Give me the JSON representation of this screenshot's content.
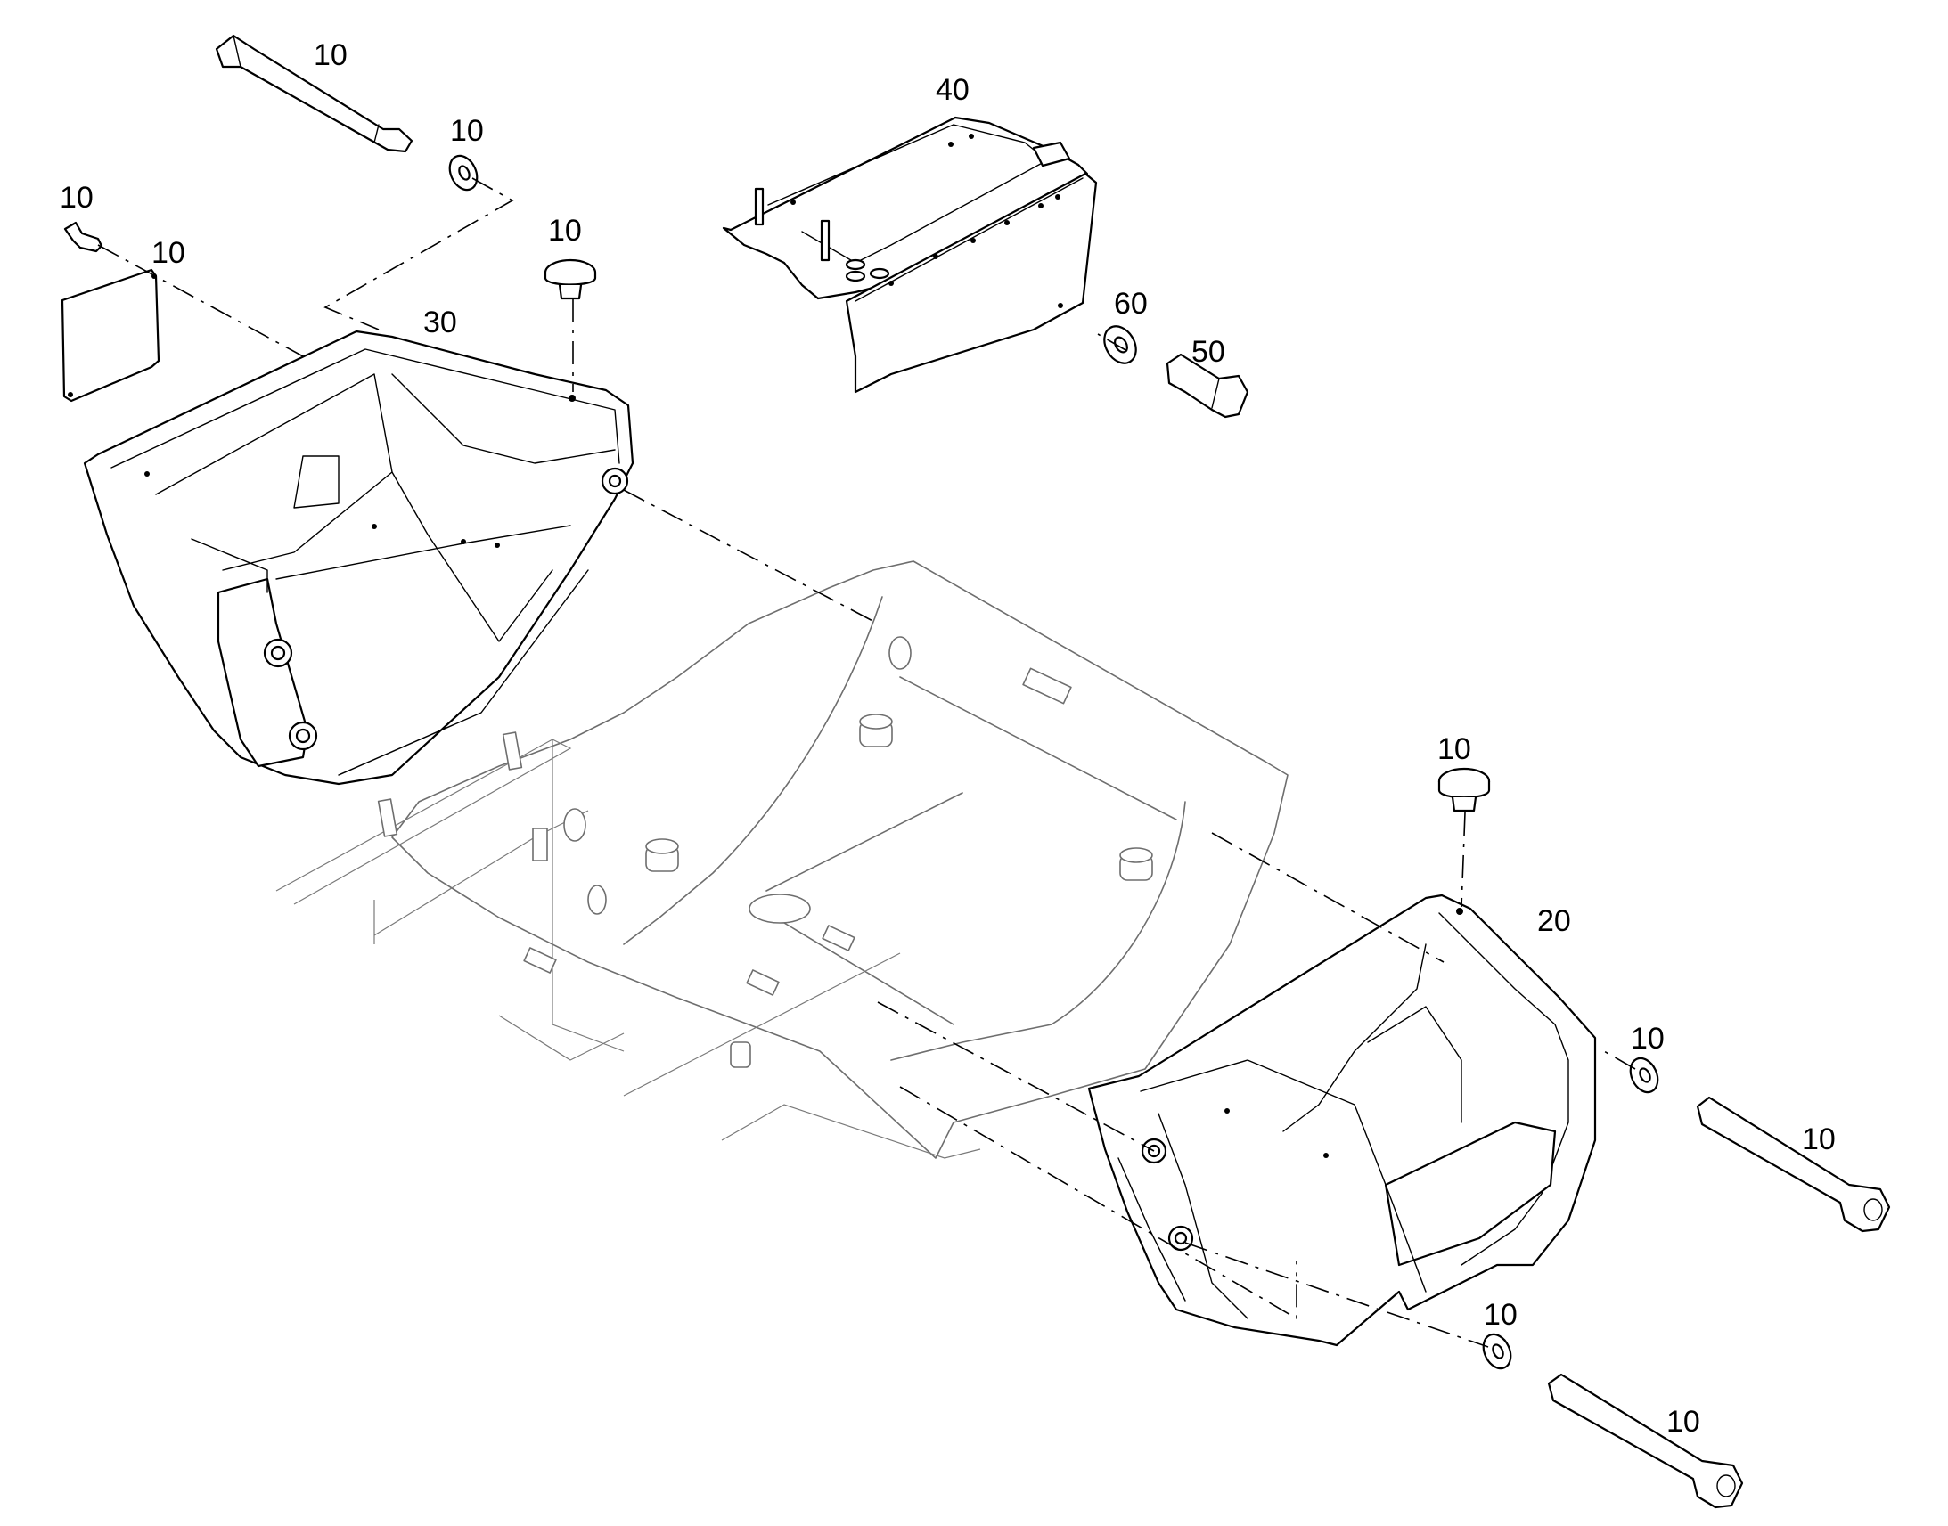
{
  "diagram": {
    "callouts": [
      {
        "id": "c1",
        "label": "10"
      },
      {
        "id": "c2",
        "label": "10"
      },
      {
        "id": "c3",
        "label": "10"
      },
      {
        "id": "c4",
        "label": "10"
      },
      {
        "id": "c5",
        "label": "10"
      },
      {
        "id": "c6",
        "label": "30"
      },
      {
        "id": "c7",
        "label": "40"
      },
      {
        "id": "c8",
        "label": "60"
      },
      {
        "id": "c9",
        "label": "50"
      },
      {
        "id": "c10",
        "label": "10"
      },
      {
        "id": "c11",
        "label": "20"
      },
      {
        "id": "c12",
        "label": "10"
      },
      {
        "id": "c13",
        "label": "10"
      },
      {
        "id": "c14",
        "label": "10"
      },
      {
        "id": "c15",
        "label": "10"
      }
    ]
  }
}
